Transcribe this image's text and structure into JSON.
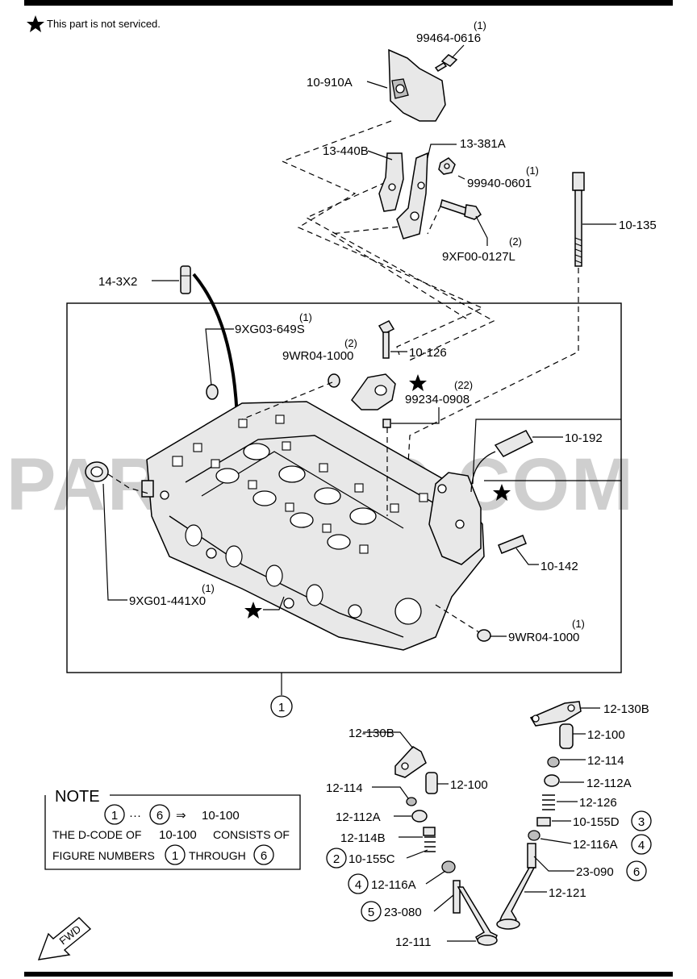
{
  "header": {
    "star_note": "This part is not serviced."
  },
  "watermark": "PARTSOUQ.COM",
  "main_callout": "1",
  "parts": {
    "p10_910A": "10-910A",
    "p99464_0616": "99464-0616",
    "q99464_0616": "(1)",
    "p13_440B": "13-440B",
    "p13_381A": "13-381A",
    "p99940_0601": "99940-0601",
    "q99940_0601": "(1)",
    "p9XF00_0127L": "9XF00-0127L",
    "q9XF00_0127L": "(2)",
    "p10_135": "10-135",
    "p14_3X2": "14-3X2",
    "p9XG03_649S": "9XG03-649S",
    "q9XG03_649S": "(1)",
    "p9WR04_1000_top": "9WR04-1000",
    "q9WR04_1000_top": "(2)",
    "p10_126": "10-126",
    "p99234_0908": "99234-0908",
    "q99234_0908": "(22)",
    "p10_192": "10-192",
    "p10_142": "10-142",
    "p9XG01_441X0": "9XG01-441X0",
    "q9XG01_441X0": "(1)",
    "p9WR04_1000_bot": "9WR04-1000",
    "q9WR04_1000_bot": "(1)"
  },
  "valve_left": {
    "rocker": "12-130B",
    "lash_adj": "12-100",
    "p12_114": "12-114",
    "p12_112A": "12-112A",
    "p12_114B": "12-114B",
    "p10_155C": "10-155C",
    "n10_155C": "2",
    "p12_116A": "12-116A",
    "n12_116A": "4",
    "p23_080": "23-080",
    "n23_080": "5",
    "p12_111": "12-111"
  },
  "valve_right": {
    "rocker": "12-130B",
    "lash_adj": "12-100",
    "p12_114": "12-114",
    "p12_112A": "12-112A",
    "p12_126": "12-126",
    "p10_155D": "10-155D",
    "n10_155D": "3",
    "p12_116A": "12-116A",
    "n12_116A": "4",
    "p23_090": "23-090",
    "n23_090": "6",
    "p12_121": "12-121"
  },
  "note": {
    "title": "NOTE",
    "n_first": "1",
    "ellipsis": "···",
    "n_last": "6",
    "arrow": "⇒",
    "target": "10-100",
    "line2_a": "THE D-CODE OF",
    "line2_b": "10-100",
    "line2_c": "CONSISTS OF",
    "line3_a": "FIGURE NUMBERS",
    "line3_n1": "1",
    "line3_b": "THROUGH",
    "line3_n6": "6"
  },
  "fwd_label": "FWD"
}
